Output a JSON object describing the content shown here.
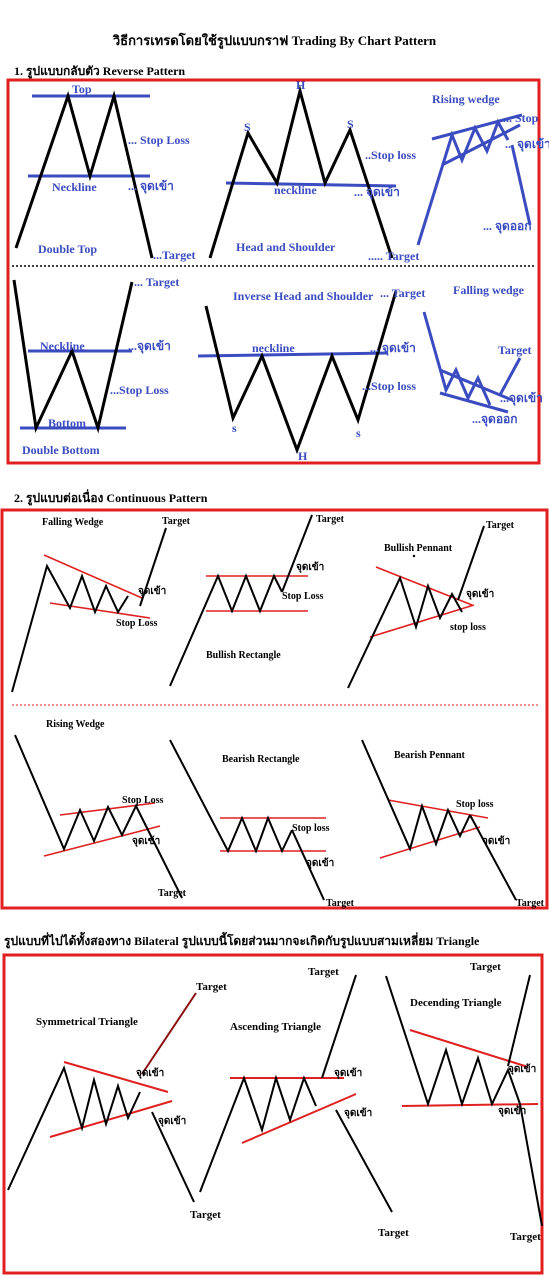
{
  "title": "วิธีการเทรดโดยใช้รูปแบบกราฟ Trading By Chart Pattern",
  "sections": {
    "s1": "1. รูปแบบกลับตัว Reverse Pattern",
    "s2": "2. รูปแบบต่อเนื่อง Continuous Pattern",
    "s3": "รูปแบบที่ไปได้ทั้งสองทาง Bilateral  รูปแบบนี้โดยส่วนมากจะเกิดกับรูปแบบสามเหลี่ยม Triangle"
  },
  "colors": {
    "frame": "#e02020",
    "accent_blue": "#3b4cc0",
    "line": "#000000",
    "trend": "#e02020",
    "dark_red": "#8b1010"
  },
  "reverse": {
    "double_top": {
      "top": "Top",
      "neckline": "Neckline",
      "stop_loss": "... Stop Loss",
      "entry": "... จุดเข้า",
      "name": "Double Top",
      "target": "...Target"
    },
    "hs": {
      "h": "H",
      "s_left": "S",
      "s_right": "S",
      "stop_loss": "..Stop loss",
      "neckline": "neckline",
      "entry": "... จุดเข้า",
      "name": "Head and Shoulder",
      "target": "..... Target"
    },
    "rising_wedge": {
      "name": "Rising wedge",
      "stop": "... Stop",
      "entry": "... จุดเข้า",
      "exit": "... จุดออก"
    },
    "double_bottom": {
      "target": "... Target",
      "neckline": "Neckline",
      "entry": "...จุดเข้า",
      "stop_loss": "...Stop Loss",
      "bottom": "Bottom",
      "name": "Double Bottom"
    },
    "ihs": {
      "name": "Inverse Head and Shoulder",
      "target": "... Target",
      "neckline": "neckline",
      "entry": "... จุดเข้า",
      "stop_loss": "...Stop loss",
      "s_left": "s",
      "s_right": "s",
      "h": "H"
    },
    "falling_wedge": {
      "name": "Falling wedge",
      "target": "Target",
      "entry": "...จุดเข้า",
      "exit": "...จุดออก"
    }
  },
  "continuous": {
    "falling_wedge": {
      "name": "Falling Wedge",
      "target": "Target",
      "entry": "จุดเข้า",
      "stop_loss": "Stop Loss"
    },
    "bullish_rectangle": {
      "target": "Target",
      "entry": "จุดเข้า",
      "stop_loss": "Stop Loss",
      "name": "Bullish Rectangle"
    },
    "bullish_pennant": {
      "name": "Bullish Pennant",
      "target": "Target",
      "entry": "จุดเข้า",
      "stop_loss": "stop loss"
    },
    "rising_wedge": {
      "name": "Rising Wedge",
      "stop_loss": "Stop Loss",
      "entry": "จุดเข้า",
      "target": "Target"
    },
    "bearish_rectangle": {
      "name": "Bearish Rectangle",
      "stop_loss": "Stop loss",
      "entry": "จุดเข้า",
      "target": "Target"
    },
    "bearish_pennant": {
      "name": "Bearish Pennant",
      "stop_loss": "Stop loss",
      "entry": "จุดเข้า",
      "target": "Target"
    }
  },
  "bilateral": {
    "sym": {
      "name": "Symmetrical Triangle",
      "target_up": "Target",
      "entry_up": "จุดเข้า",
      "entry_down": "จุดเข้า",
      "target_down": "Target"
    },
    "asc": {
      "name": "Ascending Triangle",
      "target_up": "Target",
      "entry_up": "จุดเข้า",
      "entry_down": "จุดเข้า",
      "target_down": "Target"
    },
    "desc": {
      "name": "Decending Triangle",
      "target_up": "Target",
      "entry_up": "จุดเข้า",
      "entry_down": "จุดเข้า",
      "target_down": "Target"
    }
  }
}
